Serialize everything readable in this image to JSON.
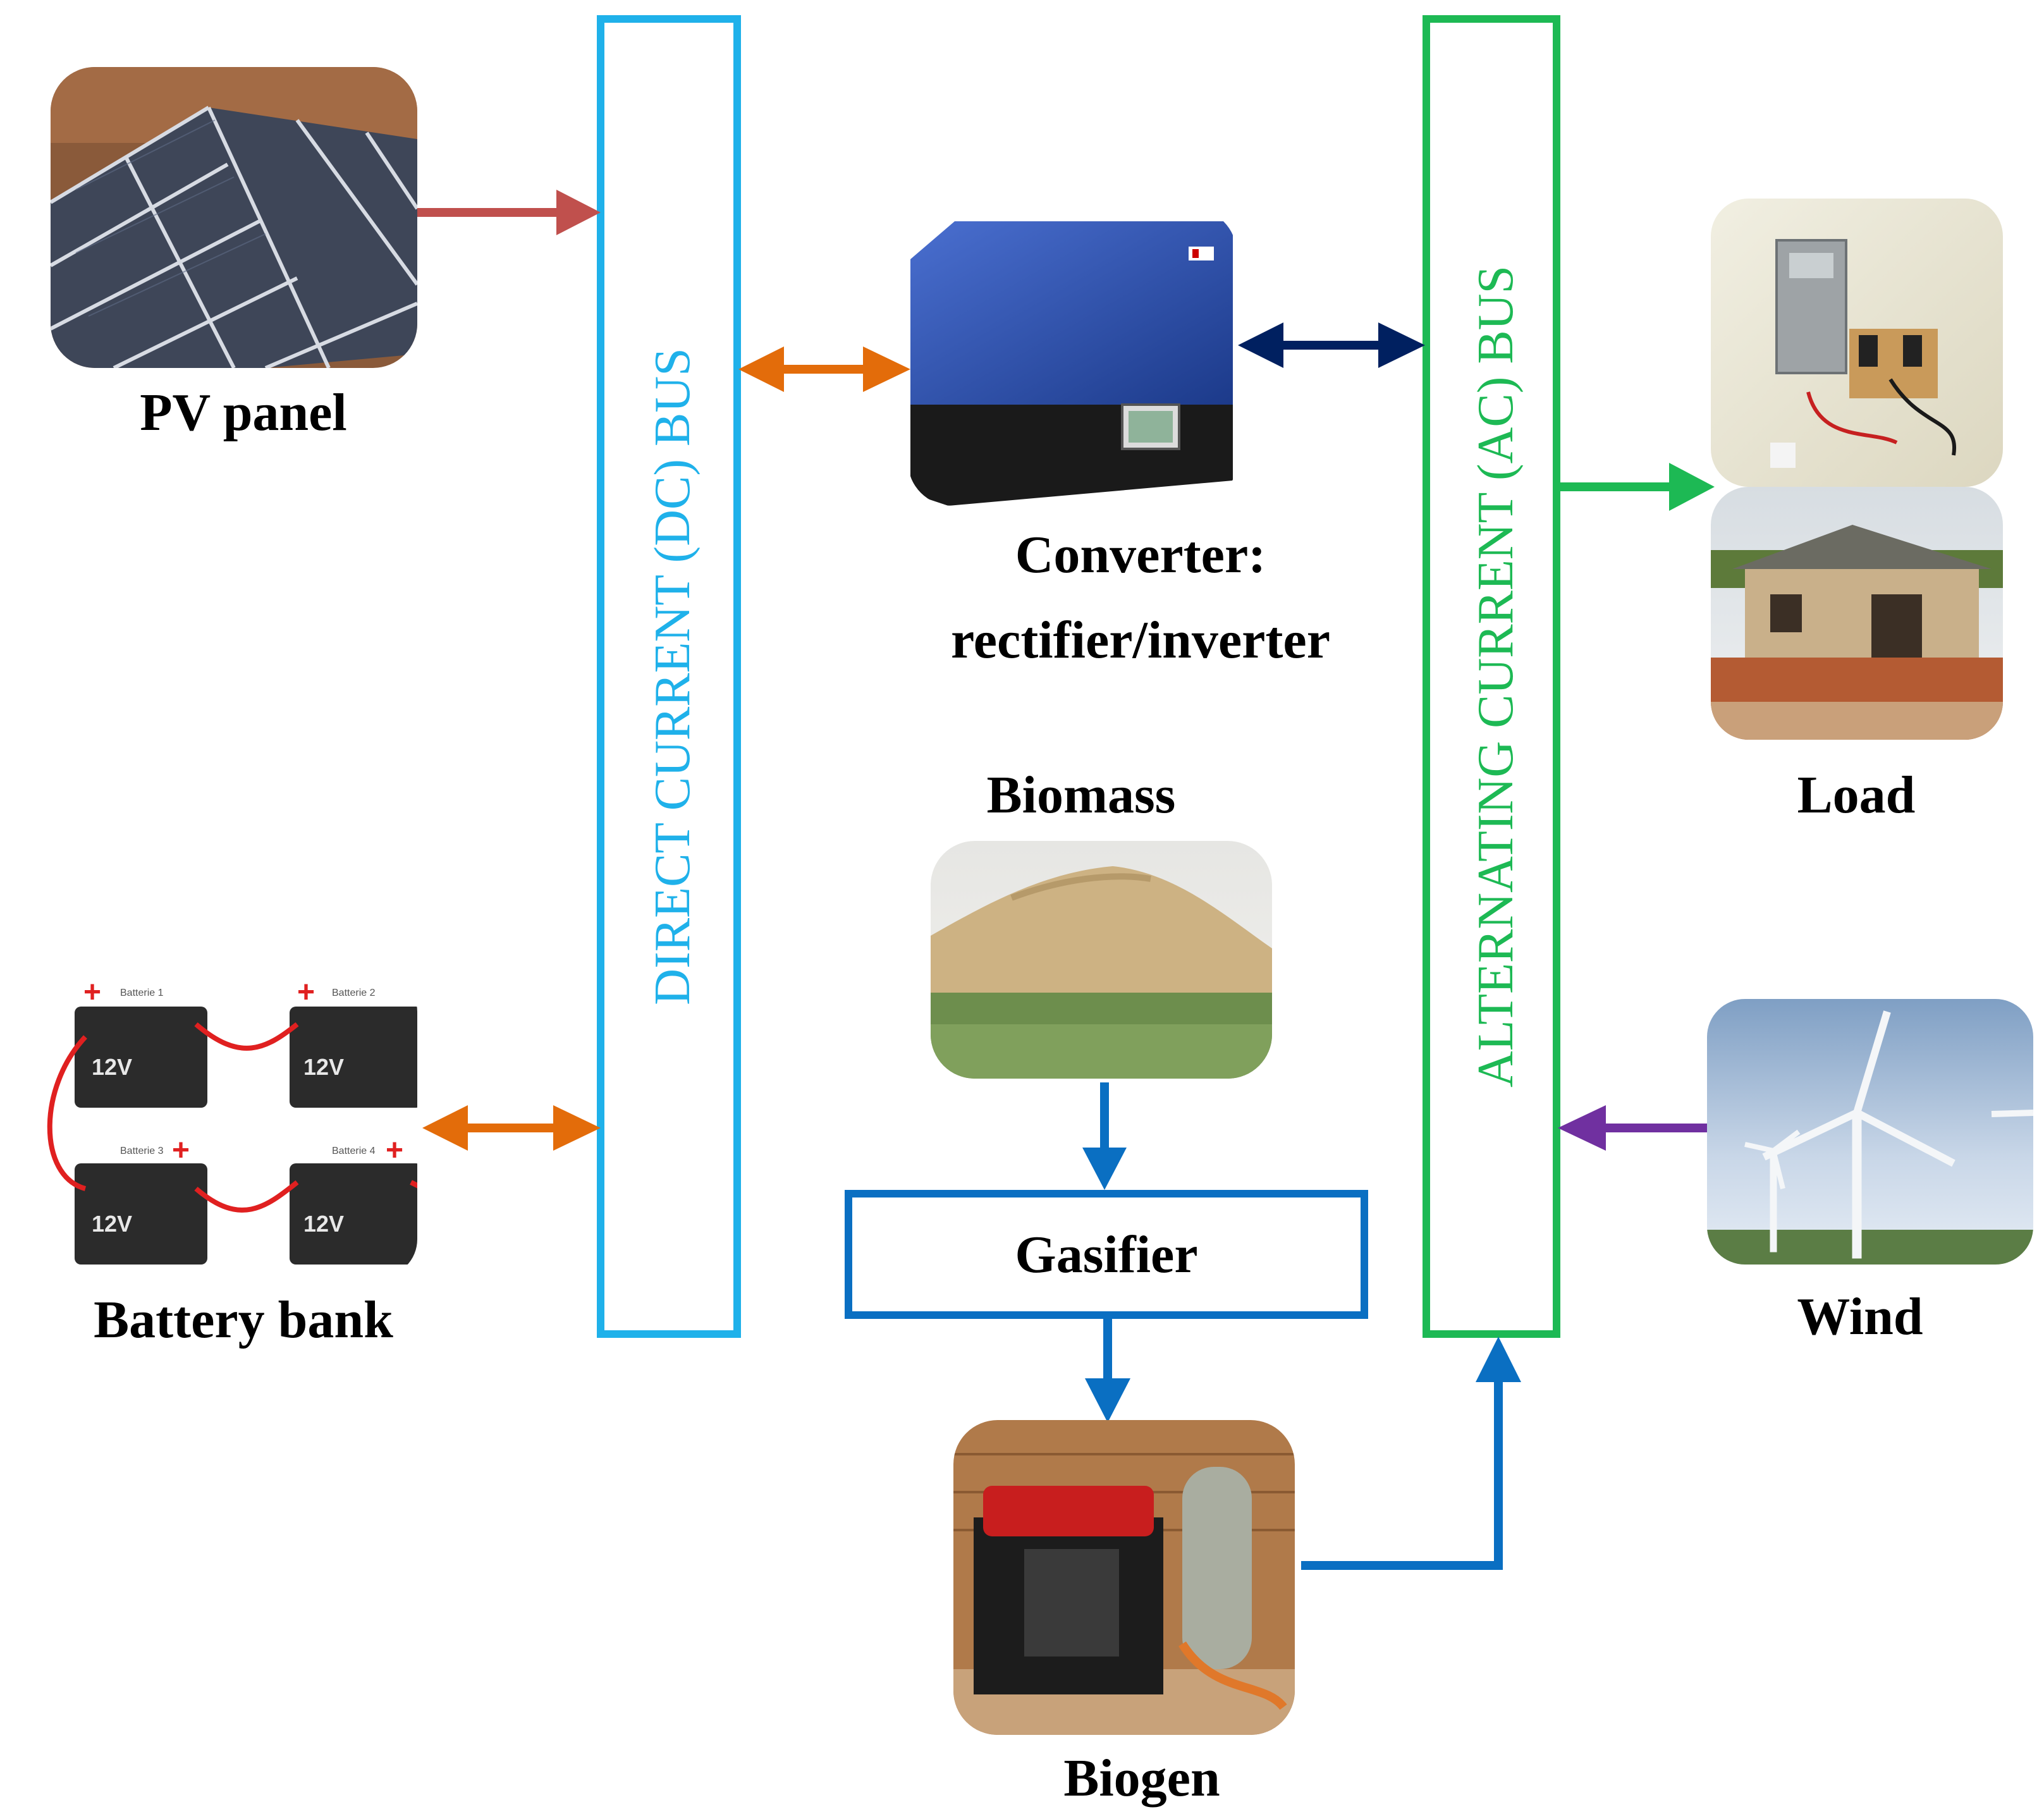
{
  "labels": {
    "pv_panel": "PV panel",
    "battery_bank": "Battery bank",
    "converter_line1": "Converter:",
    "converter_line2": "rectifier/inverter",
    "biomass": "Biomass",
    "gasifier": "Gasifier",
    "biogen": "Biogen",
    "load": "Load",
    "wind": "Wind",
    "dc_bus": "DIRECT CURRENT (DC) BUS",
    "ac_bus": "ALTERNATING CURRENT (AC) BUS"
  },
  "battery_text": {
    "voltage": "12V",
    "b1": "Batterie 1",
    "b2": "Batterie 2",
    "b3": "Batterie 3",
    "b4": "Batterie 4"
  },
  "colors": {
    "dc_bus": "#1fb1ea",
    "ac_bus": "#1db954",
    "pv_arrow": "#c0504d",
    "orange_arrow": "#e36c0a",
    "navy_arrow": "#002060",
    "green_arrow": "#1db954",
    "purple_arrow": "#7030a0",
    "blue_flow": "#0a6fc2"
  },
  "icons": [
    "solar-panel-photo",
    "battery-bank-photo",
    "inverter-photo",
    "biomass-pile-photo",
    "generator-photo",
    "house-load-photo",
    "wind-turbine-photo"
  ]
}
